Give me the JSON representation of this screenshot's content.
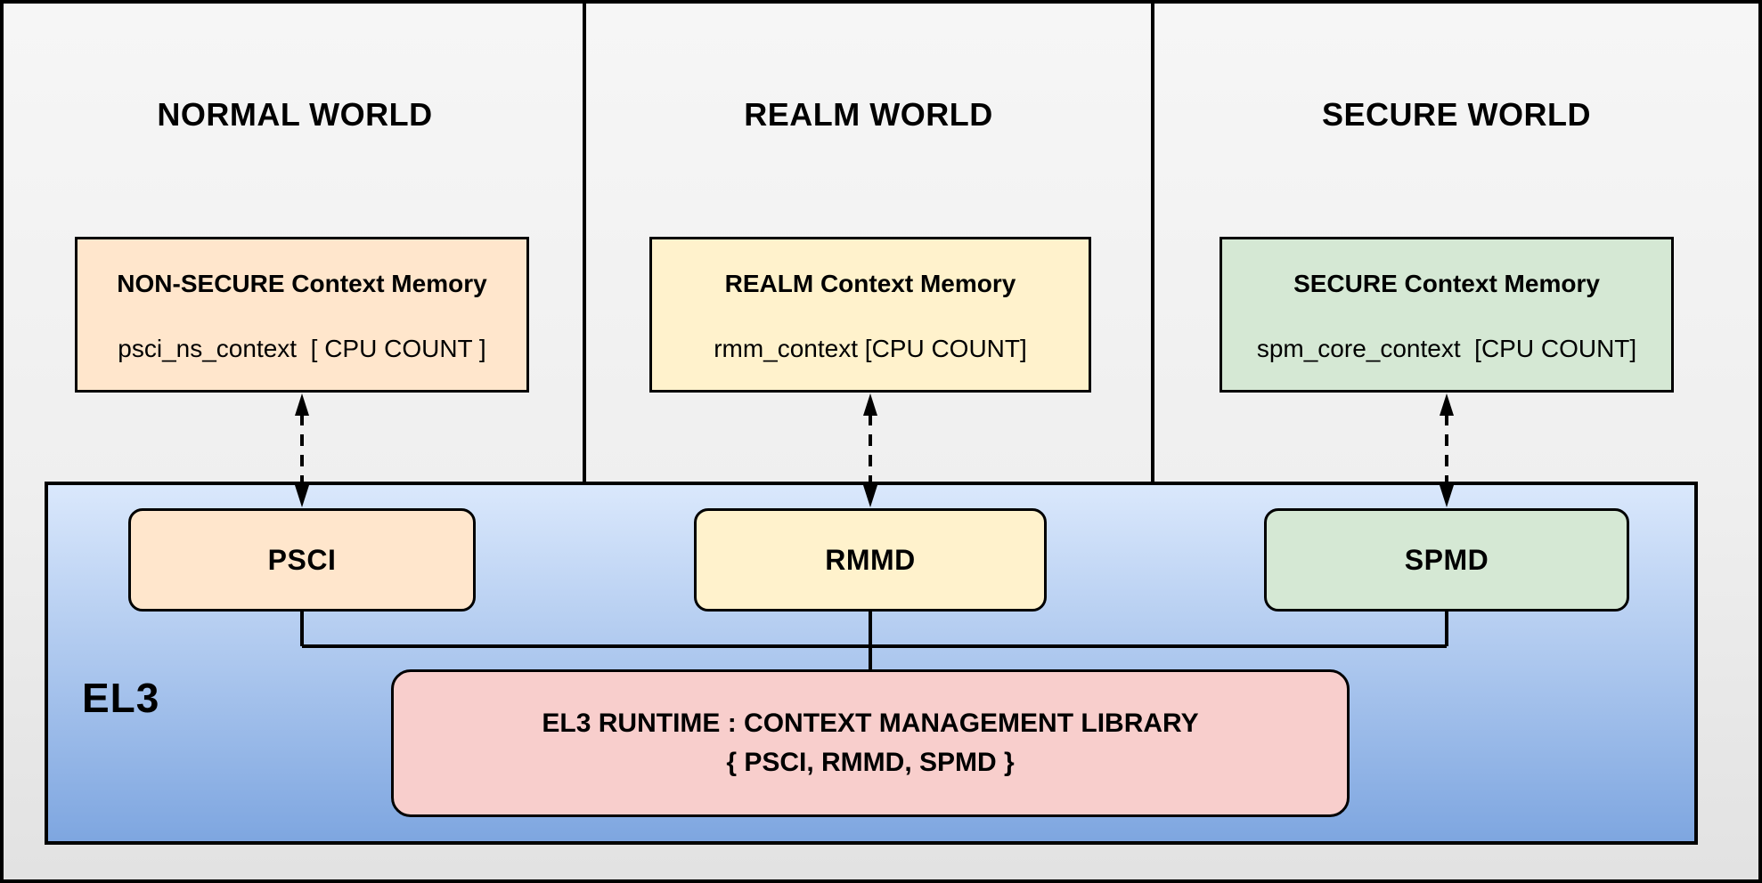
{
  "diagram": {
    "worlds": [
      {
        "title": "NORMAL WORLD",
        "memory_title": "NON-SECURE Context Memory",
        "memory_value": "psci_ns_context  [ CPU COUNT ]",
        "component": "PSCI",
        "fill": "#FFE6CC"
      },
      {
        "title": "REALM WORLD",
        "memory_title": "REALM Context Memory",
        "memory_value": "rmm_context [CPU COUNT]",
        "component": "RMMD",
        "fill": "#FFF2CC"
      },
      {
        "title": "SECURE WORLD",
        "memory_title": "SECURE Context Memory",
        "memory_value": "spm_core_context  [CPU COUNT]",
        "component": "SPMD",
        "fill": "#D5E8D4"
      }
    ],
    "el3": {
      "label": "EL3",
      "runtime_line1": "EL3 RUNTIME : CONTEXT MANAGEMENT LIBRARY",
      "runtime_line2": "{ PSCI, RMMD, SPMD }",
      "runtime_fill": "#F8CECC",
      "gradient_top": "#DAE8FC",
      "gradient_bottom": "#7EA6E0",
      "line_color": "#000000"
    }
  }
}
